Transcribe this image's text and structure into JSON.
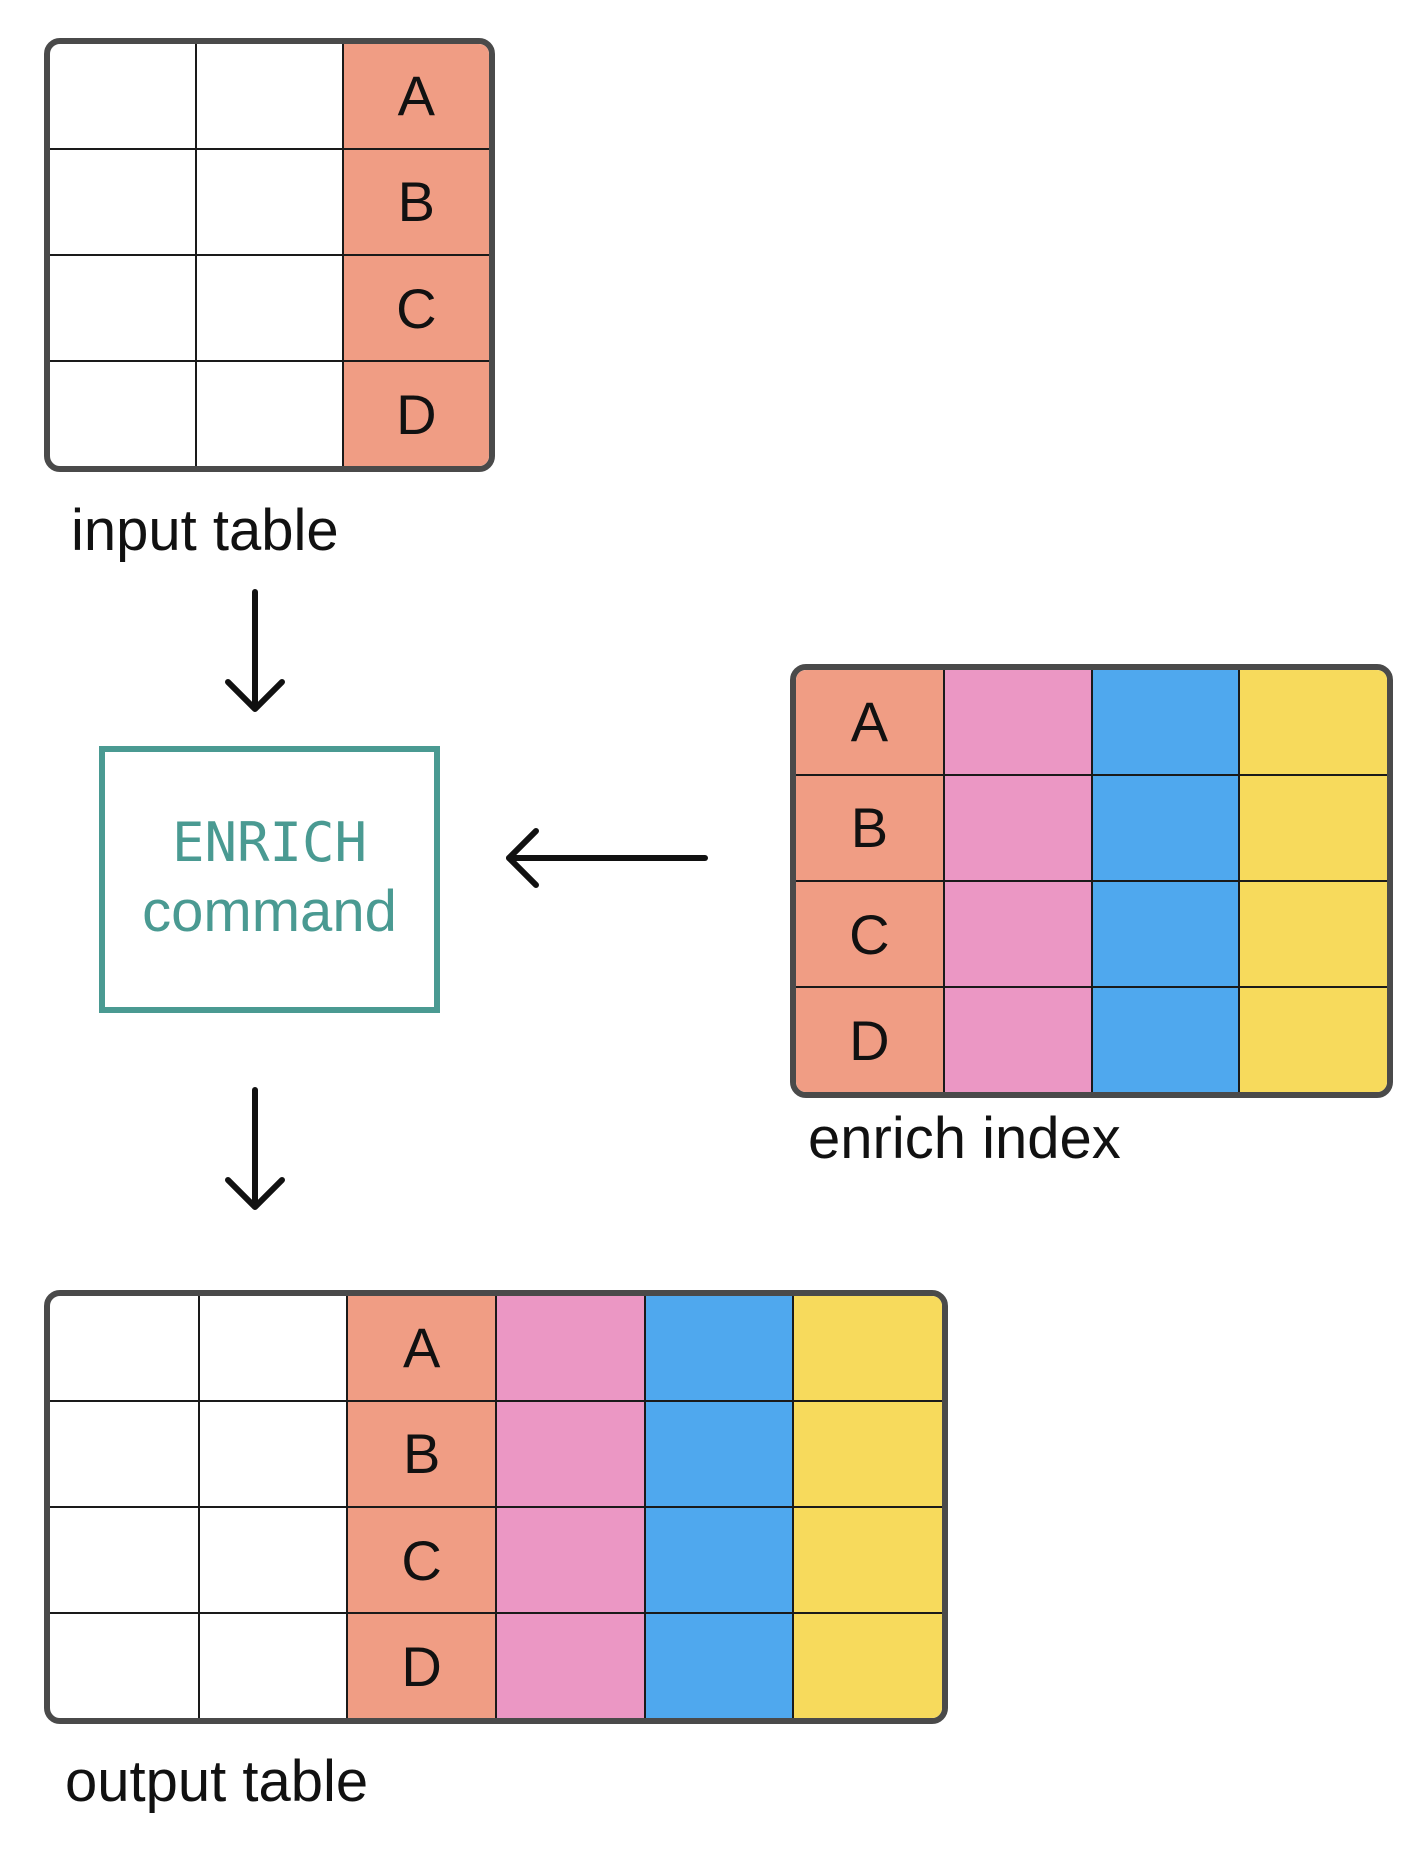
{
  "input_table": {
    "caption": "input table",
    "rows": [
      {
        "key": "A"
      },
      {
        "key": "B"
      },
      {
        "key": "C"
      },
      {
        "key": "D"
      }
    ]
  },
  "command": {
    "line1": "ENRICH",
    "line2": "command"
  },
  "enrich_index": {
    "caption": "enrich index",
    "rows": [
      {
        "key": "A"
      },
      {
        "key": "B"
      },
      {
        "key": "C"
      },
      {
        "key": "D"
      }
    ]
  },
  "output_table": {
    "caption": "output table",
    "rows": [
      {
        "key": "A"
      },
      {
        "key": "B"
      },
      {
        "key": "C"
      },
      {
        "key": "D"
      }
    ]
  },
  "colors": {
    "key_column": "#f09d84",
    "enrich_col_1": "#eb97c4",
    "enrich_col_2": "#4fa8ee",
    "enrich_col_3": "#f7da5c",
    "command_accent": "#4a9a92",
    "border": "#4a4a4a"
  }
}
